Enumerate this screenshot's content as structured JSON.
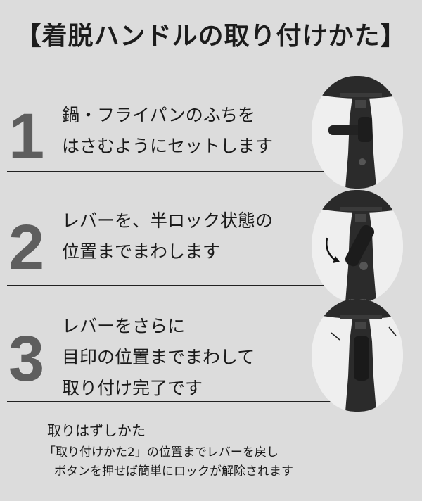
{
  "title": "【着脱ハンドルの取り付けかた】",
  "steps": [
    {
      "number": "1",
      "lines": [
        "鍋・フライパンのふちを",
        "はさむようにセットします"
      ]
    },
    {
      "number": "2",
      "lines": [
        "レバーを、半ロック状態の",
        "位置までまわします"
      ]
    },
    {
      "number": "3",
      "lines": [
        "レバーをさらに",
        "目印の位置までまわして",
        "取り付け完了です"
      ]
    }
  ],
  "removal": {
    "title": "取りはずしかた",
    "lines": [
      "「取り付けかた2」の位置までレバーを戻し",
      "ボタンを押せば簡単にロックが解除されます"
    ]
  }
}
